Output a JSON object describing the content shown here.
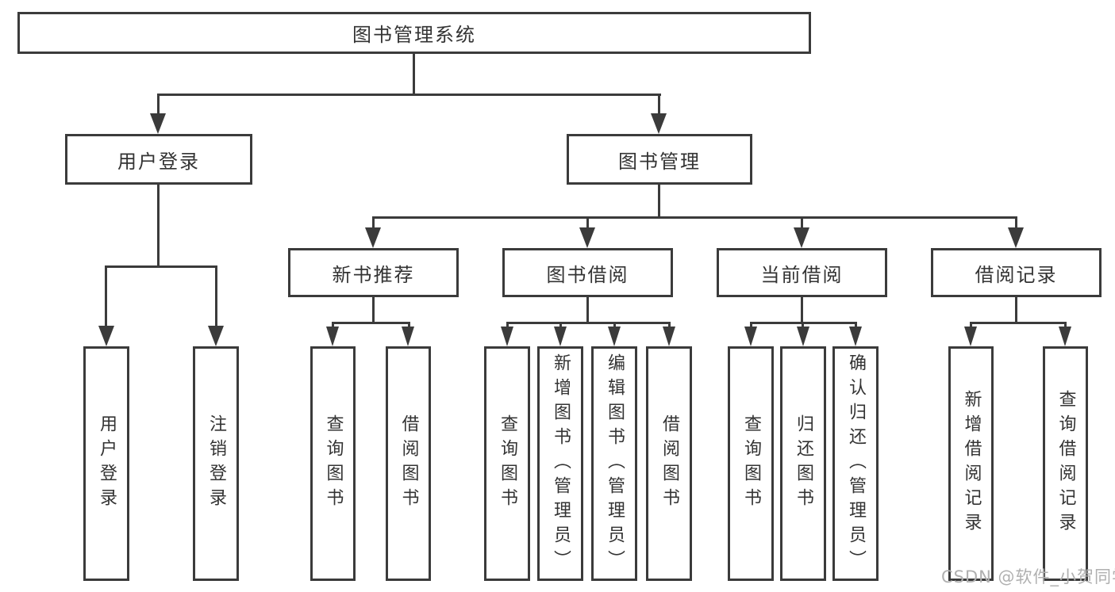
{
  "colors": {
    "line": "#3b3b3b",
    "text": "#333333",
    "background": "#ffffff",
    "watermark": "#b0b0b0"
  },
  "watermark": {
    "text": "CSDN @软件_小贺同学"
  },
  "diagram": {
    "root": {
      "label": "图书管理系统"
    },
    "branches": [
      {
        "label": "用户登录",
        "children": [
          {
            "label": "用户登录"
          },
          {
            "label": "注销登录"
          }
        ]
      },
      {
        "label": "图书管理",
        "children": [
          {
            "label": "新书推荐",
            "children": [
              {
                "label": "查询图书"
              },
              {
                "label": "借阅图书"
              }
            ]
          },
          {
            "label": "图书借阅",
            "children": [
              {
                "label": "查询图书"
              },
              {
                "label": "新增图书（管理员）"
              },
              {
                "label": "编辑图书（管理员）"
              },
              {
                "label": "借阅图书"
              }
            ]
          },
          {
            "label": "当前借阅",
            "children": [
              {
                "label": "查询图书"
              },
              {
                "label": "归还图书"
              },
              {
                "label": "确认归还（管理员）"
              }
            ]
          },
          {
            "label": "借阅记录",
            "children": [
              {
                "label": "新增借阅记录"
              },
              {
                "label": "查询借阅记录"
              }
            ]
          }
        ]
      }
    ]
  }
}
